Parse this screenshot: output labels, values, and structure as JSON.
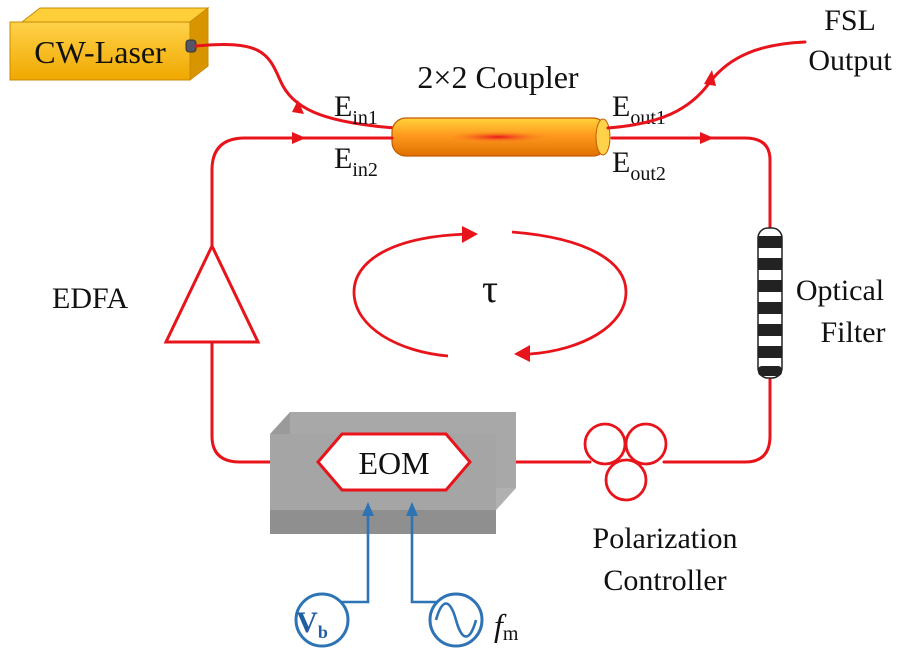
{
  "labels": {
    "laser": "CW-Laser",
    "coupler": "2×2 Coupler",
    "fsl_line1": "FSL",
    "fsl_line2": "Output",
    "e_in1": "E",
    "e_in1_sub": "in1",
    "e_in2": "E",
    "e_in2_sub": "in2",
    "e_out1": "E",
    "e_out1_sub": "out1",
    "e_out2": "E",
    "e_out2_sub": "out2",
    "edfa": "EDFA",
    "tau": "τ",
    "optical_filter_line1": "Optical",
    "optical_filter_line2": "Filter",
    "eom": "EOM",
    "polarization_line1": "Polarization",
    "polarization_line2": "Controller",
    "vb": "V",
    "vb_sub": "b",
    "fm": "f",
    "fm_sub": "m"
  },
  "colors": {
    "fiber": "#e8141b",
    "laser_box": "#f5b800",
    "coupler": "#f39c12",
    "electrical": "#2e74b5",
    "platform": "#a8a8a8"
  },
  "icons": {
    "amplifier": "triangle-amplifier-icon",
    "filter": "fiber-bragg-filter-icon",
    "polarization": "fiber-loops-icon",
    "bias_source": "dc-voltage-source-icon",
    "rf_source": "sine-source-icon"
  }
}
